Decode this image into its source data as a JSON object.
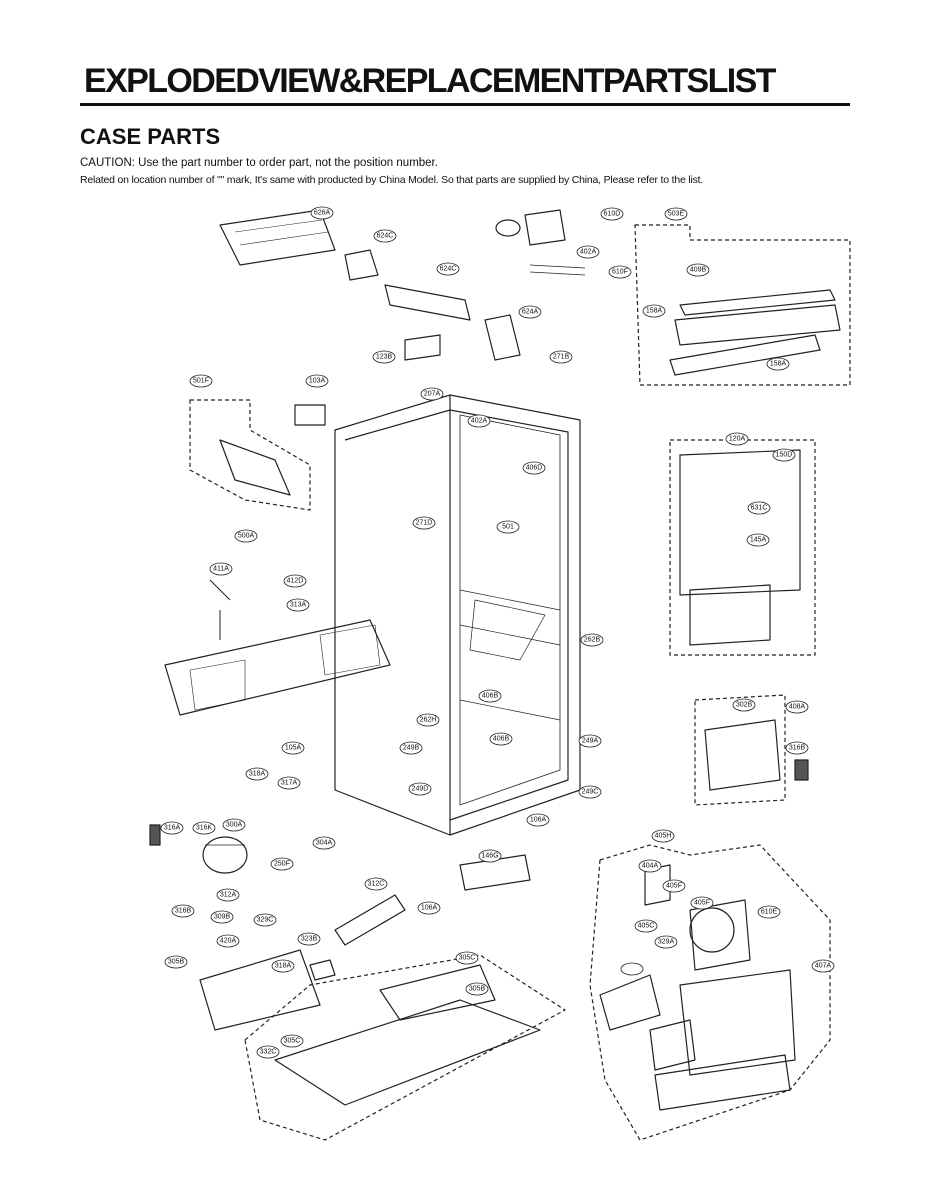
{
  "header": {
    "title": "EXPLODEDVIEW&REPLACEMENTPARTSLIST",
    "section": "CASE PARTS",
    "caution": "CAUTION: Use the part number to order part, not the position number.",
    "note": "Related on location number of \"\" mark, It's same with producted by China Model. So that parts are supplied by China, Please refer to the list."
  },
  "diagram": {
    "parts": [
      "626A",
      "624C",
      "624C",
      "624A",
      "123B",
      "610D",
      "402A",
      "610F",
      "503E",
      "409B",
      "158A",
      "158A",
      "271B",
      "501F",
      "103A",
      "207A",
      "402A",
      "406D",
      "501",
      "271D",
      "120A",
      "150D",
      "631C",
      "145A",
      "500A",
      "411A",
      "412D",
      "313A",
      "262B",
      "406B",
      "262H",
      "249B",
      "406B",
      "249A",
      "249D",
      "249C",
      "105A",
      "318A",
      "317A",
      "302B",
      "408A",
      "316B",
      "316A",
      "316K",
      "300A",
      "304A",
      "250F",
      "312A",
      "316B",
      "312C",
      "106A",
      "146G",
      "106A",
      "309B",
      "329C",
      "420A",
      "323B",
      "305B",
      "318A",
      "305C",
      "305B",
      "305C",
      "332C",
      "405H",
      "404A",
      "405F",
      "405F",
      "405C",
      "329A",
      "610E",
      "407A"
    ]
  }
}
